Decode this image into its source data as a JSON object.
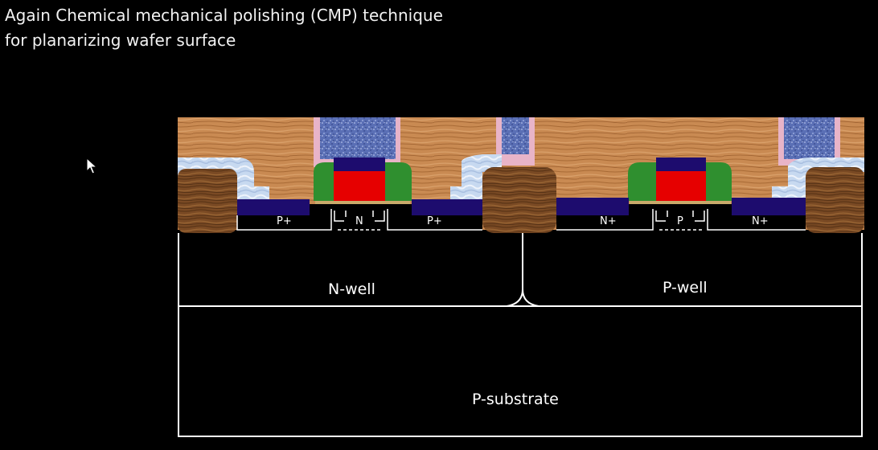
{
  "slide": {
    "title_line1": "Again Chemical mechanical polishing (CMP) technique",
    "title_line2": "for planarizing wafer surface"
  },
  "cross_section": {
    "regions": {
      "n_well": "N-well",
      "p_well": "P-well",
      "p_substrate": "P-substrate"
    },
    "diffusions": {
      "pmos_source": "P+",
      "pmos_channel": "N",
      "pmos_drain": "P+",
      "nmos_source": "N+",
      "nmos_channel": "P",
      "nmos_drain": "N+"
    }
  },
  "colors": {
    "background": "#000000",
    "outline": "#ffffff",
    "oxide_wood": "#c98a52",
    "field_oxide": "#7a4a24",
    "gate_poly": "#e60000",
    "spacer": "#2f8f2f",
    "silicide": "#1d0c6e",
    "contact_plug": "#5a6fb5",
    "barrier": "#c7d9f0"
  },
  "icons": {
    "cursor": "mouse-pointer-icon"
  }
}
